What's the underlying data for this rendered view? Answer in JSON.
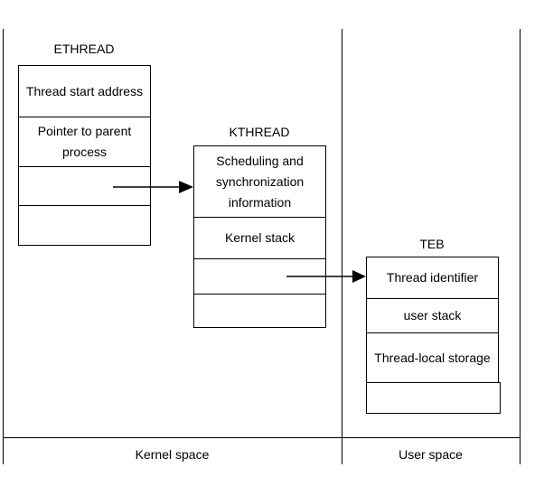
{
  "structures": [
    {
      "name": "ETHREAD",
      "fields": [
        "Thread start address",
        "Pointer to parent process",
        "",
        ""
      ]
    },
    {
      "name": "KTHREAD",
      "fields": [
        "Scheduling and synchronization information",
        "Kernel stack",
        "",
        ""
      ]
    },
    {
      "name": "TEB",
      "fields": [
        "Thread identifier",
        "user stack",
        "Thread-local storage",
        ""
      ]
    }
  ],
  "regions": {
    "kernel": "Kernel space",
    "user": "User space"
  }
}
